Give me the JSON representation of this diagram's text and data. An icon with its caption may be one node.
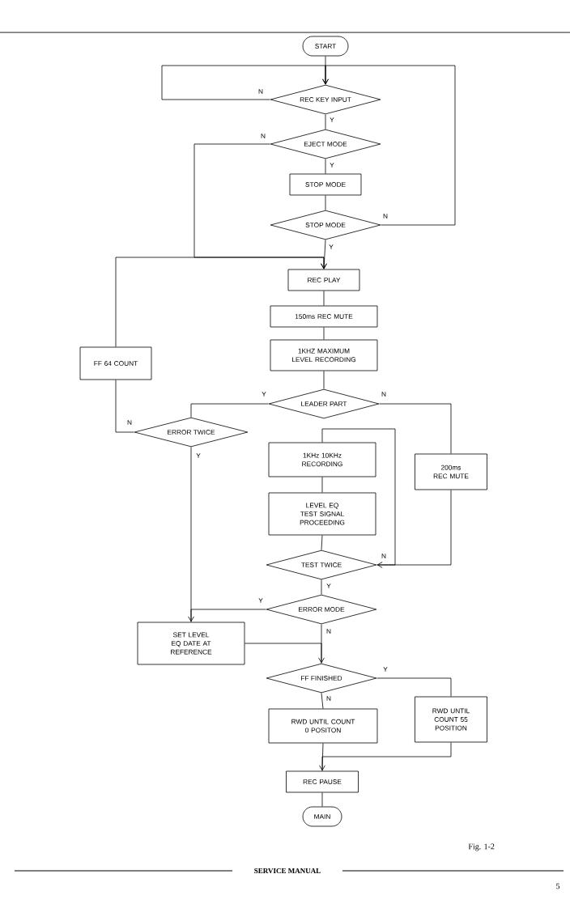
{
  "diagram": {
    "caption": "Fig. 1-2",
    "nodes": [
      {
        "text": [
          "START"
        ]
      },
      {
        "text": [
          "REC KEY INPUT"
        ]
      },
      {
        "text": [
          "EJECT MODE"
        ]
      },
      {
        "text": [
          "STOP MODE"
        ]
      },
      {
        "text": [
          "STOP MODE"
        ]
      },
      {
        "text": [
          "REC PLAY"
        ]
      },
      {
        "text": [
          "150ms REC MUTE"
        ]
      },
      {
        "text": [
          "1KHZ MAXIMUM LEVEL RECORDING"
        ]
      },
      {
        "text": [
          "LEADER PART"
        ]
      },
      {
        "text": [
          "FF 64 COUNT"
        ]
      },
      {
        "text": [
          "ERROR TWICE"
        ]
      },
      {
        "text": [
          "1KHz 10KHz RECORDING"
        ]
      },
      {
        "text": [
          "LEVEL EQ TEST SIGNAL PROCEEDING"
        ]
      },
      {
        "text": [
          "200ms REC MUTE"
        ]
      },
      {
        "text": [
          "TEST TWICE"
        ]
      },
      {
        "text": [
          "ERROR MODE"
        ]
      },
      {
        "text": [
          "SET LEVEL EQ DATE AT REFERENCE"
        ]
      },
      {
        "text": [
          "FF FINISHED"
        ]
      },
      {
        "text": [
          "RWD UNTIL COUNT 0 POSITON"
        ]
      },
      {
        "text": [
          "RWD UNTIL COUNT 55 POSITION"
        ]
      },
      {
        "text": [
          "REC PAUSE"
        ]
      },
      {
        "text": [
          "MAIN"
        ]
      }
    ],
    "edges": [
      {
        "from": 0,
        "to": 1,
        "arrow": "none"
      },
      {
        "from": 1,
        "to": 1,
        "label": "N",
        "arrow": "to"
      },
      {
        "from": 1,
        "to": 2,
        "label": "Y",
        "arrow": "none"
      },
      {
        "from": 2,
        "to": 3,
        "label": "Y",
        "arrow": "none"
      },
      {
        "from": 3,
        "to": 4,
        "arrow": "none"
      },
      {
        "from": 4,
        "to": 1,
        "label": "N",
        "arrow": "to"
      },
      {
        "from": 4,
        "to": 5,
        "label": "Y",
        "arrow": "none"
      },
      {
        "from": 2,
        "to": 5,
        "label": "N",
        "arrow": "to"
      },
      {
        "from": 9,
        "to": 5,
        "arrow": "to"
      },
      {
        "from": 5,
        "to": 6,
        "arrow": "none"
      },
      {
        "from": 6,
        "to": 7,
        "arrow": "none"
      },
      {
        "from": 7,
        "to": 8,
        "arrow": "none"
      },
      {
        "from": 8,
        "to": 10,
        "label": "Y",
        "arrow": "none"
      },
      {
        "from": 8,
        "to": 13,
        "label": "N",
        "arrow": "none"
      },
      {
        "from": 10,
        "to": 9,
        "label": "N",
        "arrow": "none"
      },
      {
        "from": 10,
        "to": 16,
        "label": "Y",
        "arrow": "none"
      },
      {
        "from": 14,
        "to": 11,
        "label": "N",
        "arrow": "none"
      },
      {
        "from": 11,
        "to": 12,
        "arrow": "none"
      },
      {
        "from": 12,
        "to": 14,
        "arrow": "none"
      },
      {
        "from": 13,
        "to": 14,
        "arrow": "to"
      },
      {
        "from": 14,
        "to": 15,
        "label": "Y",
        "arrow": "none"
      },
      {
        "from": 15,
        "to": 16,
        "label": "Y",
        "arrow": "to"
      },
      {
        "from": 15,
        "to": 17,
        "label": "N",
        "arrow": "none"
      },
      {
        "from": 16,
        "to": 17,
        "arrow": "to"
      },
      {
        "from": 17,
        "to": 18,
        "label": "N",
        "arrow": "none"
      },
      {
        "from": 17,
        "to": 19,
        "label": "Y",
        "arrow": "none"
      },
      {
        "from": 18,
        "to": 20,
        "arrow": "none"
      },
      {
        "from": 19,
        "to": 20,
        "arrow": "to"
      },
      {
        "from": 20,
        "to": 21,
        "arrow": "none"
      }
    ],
    "labels": [
      "SERVICE MANUAL",
      "5"
    ]
  }
}
